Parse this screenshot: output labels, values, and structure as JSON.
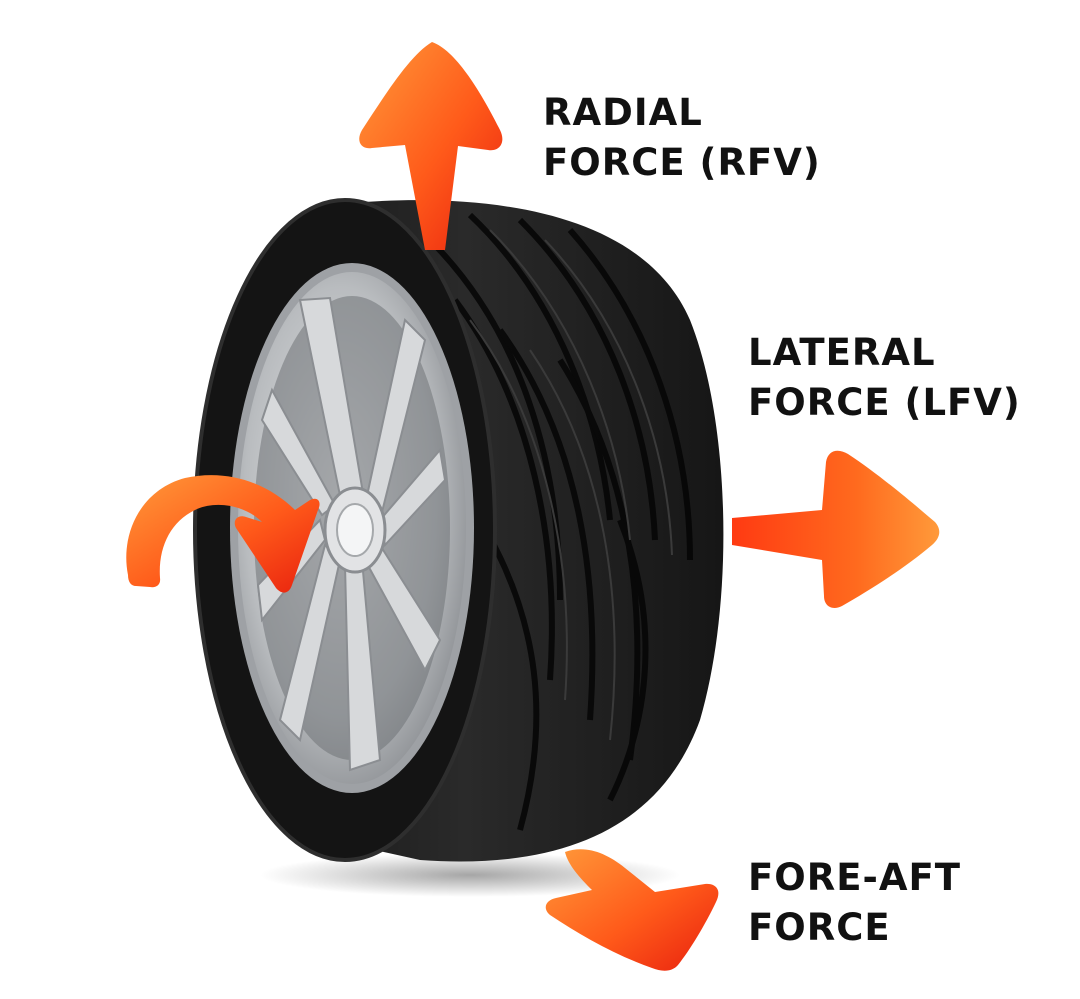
{
  "labels": {
    "radial": {
      "line1": "RADIAL",
      "line2": "FORCE (RFV)"
    },
    "lateral": {
      "line1": "LATERAL",
      "line2": "FORCE (LFV)"
    },
    "fore_aft": {
      "line1": "FORE-AFT",
      "line2": "FORCE"
    }
  },
  "colors": {
    "arrow_light": "#ff8a2a",
    "arrow_dark": "#e8200e",
    "tire": "#1c1c1c",
    "rim": "#c4c6c8",
    "text": "#111111"
  },
  "icons": {
    "radial_arrow": "arrow-up-icon",
    "lateral_arrow": "arrow-right-icon",
    "fore_aft_arrow": "arrow-down-right-icon",
    "rotation_arrow": "curved-arrow-icon"
  }
}
